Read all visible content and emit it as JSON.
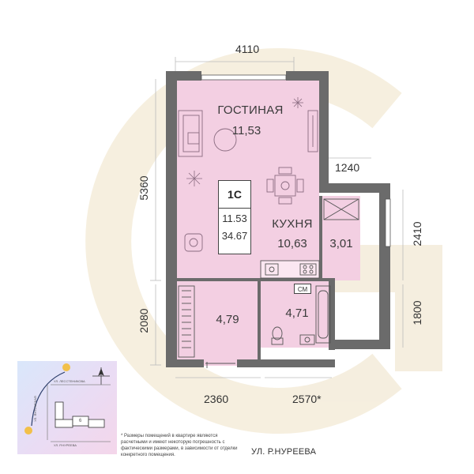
{
  "dimensions": {
    "top": "4110",
    "left_upper": "5360",
    "left_lower": "2080",
    "right_step": "1240",
    "right_upper": "2410",
    "right_lower": "1800",
    "bottom_left": "2360",
    "bottom_right": "2570*"
  },
  "rooms": {
    "living": {
      "name": "ГОСТИНАЯ",
      "area": "11,53"
    },
    "kitchen": {
      "name": "КУХНЯ",
      "area": "10,63"
    },
    "balcony": {
      "area": "3,01"
    },
    "hall": {
      "area": "4,79"
    },
    "bath": {
      "area": "4,71"
    }
  },
  "badge": {
    "type": "1С",
    "living_area": "11.53",
    "total_area": "34.67"
  },
  "appliance_label": "СМ",
  "minimap": {
    "street_top": "УЛ. ЛЕССТЕНИКОВА",
    "street_left": "УЛ. ЯНТОМСКАЯ",
    "street_bottom": "УЛ. Р.НУРЕЕВА",
    "section_number": "6"
  },
  "footnote": "* Размеры помещений в квартире являются расчетными и имеют некоторую погрешность с фактическими размерами, в зависимости от отделки конкретного помещения.",
  "street_label": "УЛ. Р.НУРЕЕВА",
  "colors": {
    "room_fill": "#f2cfe3",
    "wall": "#6b6b6b",
    "watermark": "#f3ebdc",
    "minimap_bg": "#e3e0f7"
  }
}
